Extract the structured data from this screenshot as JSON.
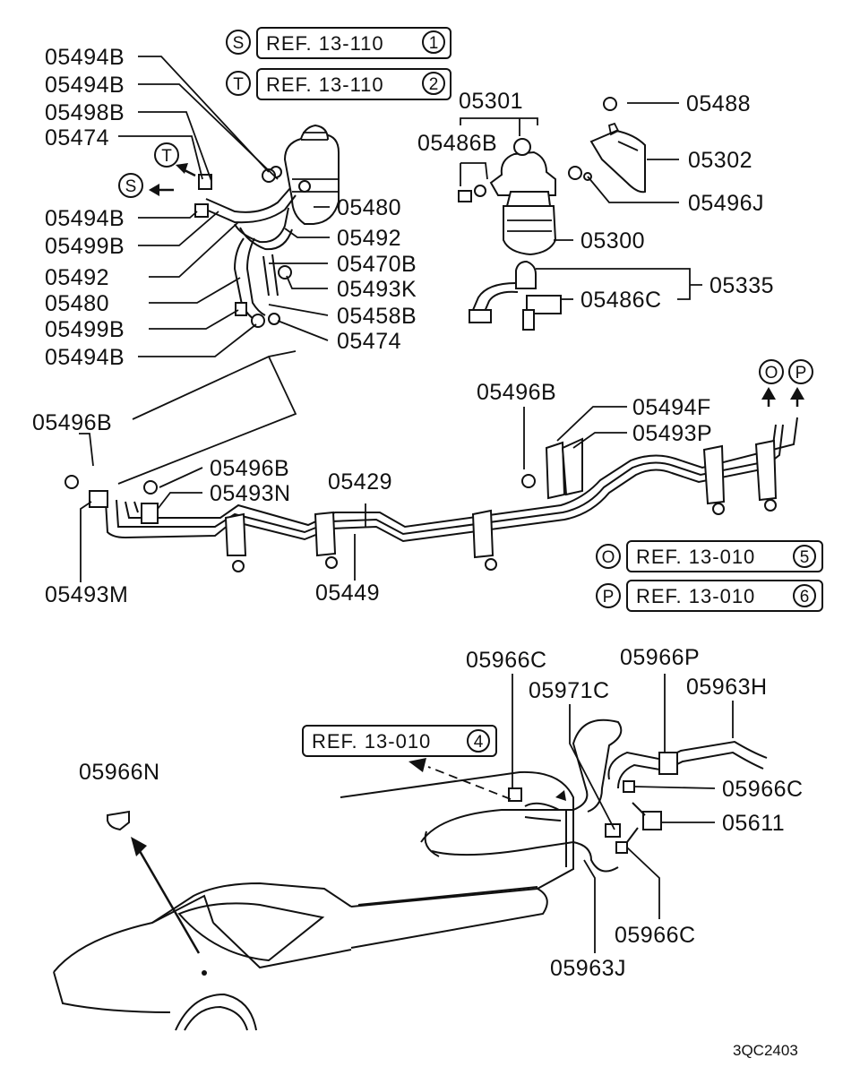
{
  "diagram_code": "3QC2403",
  "refs": [
    {
      "marker": "S",
      "text": "REF. 13-110",
      "num": "1"
    },
    {
      "marker": "T",
      "text": "REF. 13-110",
      "num": "2"
    },
    {
      "marker": "O",
      "text": "REF. 13-010",
      "num": "5"
    },
    {
      "marker": "P",
      "text": "REF. 13-010",
      "num": "6"
    },
    {
      "marker": "",
      "text": "REF. 13-010",
      "num": "4"
    }
  ],
  "markers": {
    "S": "S",
    "T": "T",
    "O": "O",
    "P": "P"
  },
  "labels": {
    "l1": "05494B",
    "l2": "05494B",
    "l3": "05498B",
    "l4": "05474",
    "l5": "05494B",
    "l6": "05499B",
    "l7": "05492",
    "l8": "05480",
    "l9": "05499B",
    "l10": "05494B",
    "r1": "05480",
    "r2": "05492",
    "r3": "05470B",
    "r4": "05493K",
    "r5": "05458B",
    "r6": "05474",
    "f1": "05301",
    "f2": "05486B",
    "f3": "05488",
    "f4": "05302",
    "f5": "05496J",
    "f6": "05300",
    "f7": "05335",
    "f8": "05486C",
    "m1": "05496B",
    "m2": "05494F",
    "m3": "05493P",
    "m4": "05496B",
    "m5": "05496B",
    "m6": "05493N",
    "m7": "05429",
    "m8": "05493M",
    "m9": "05449",
    "b1": "05966C",
    "b2": "05966P",
    "b3": "05971C",
    "b4": "05963H",
    "b5": "05966N",
    "b6": "05966C",
    "b7": "05611",
    "b8": "05966C",
    "b9": "05963J"
  }
}
